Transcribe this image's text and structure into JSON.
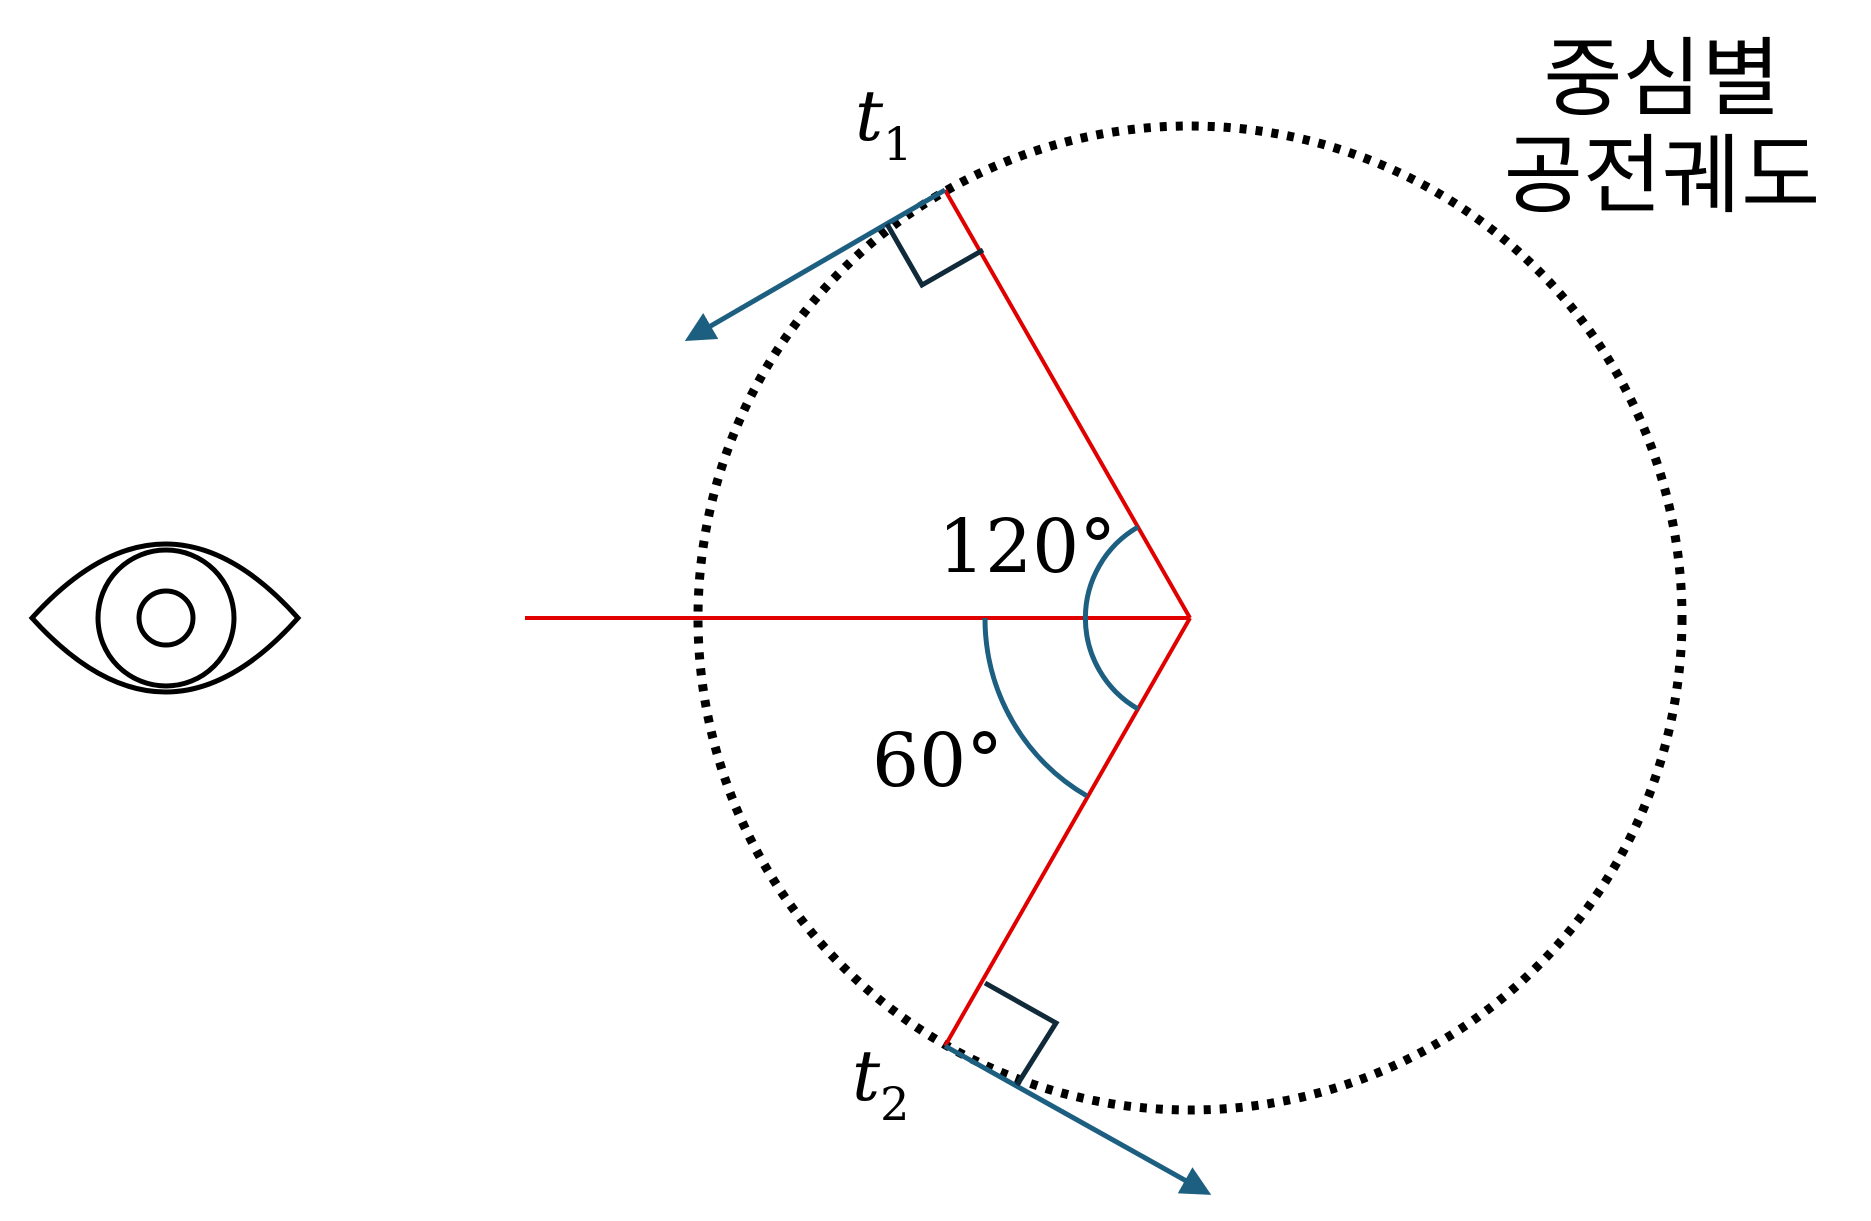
{
  "orbit_title": {
    "line1": "중심별",
    "line2": "공전궤도"
  },
  "angles": {
    "large": "120°",
    "small": "60°"
  },
  "times": {
    "t1": {
      "base": "t",
      "sub": "1"
    },
    "t2": {
      "base": "t",
      "sub": "2"
    }
  },
  "colors": {
    "radius": "#e00000",
    "velocity": "#1d5f80",
    "arc": "#1d5f80",
    "orbit": "#000000",
    "right_angle": "#102a3a",
    "eye": "#000000"
  },
  "icons": {
    "observer": "eye-icon"
  }
}
